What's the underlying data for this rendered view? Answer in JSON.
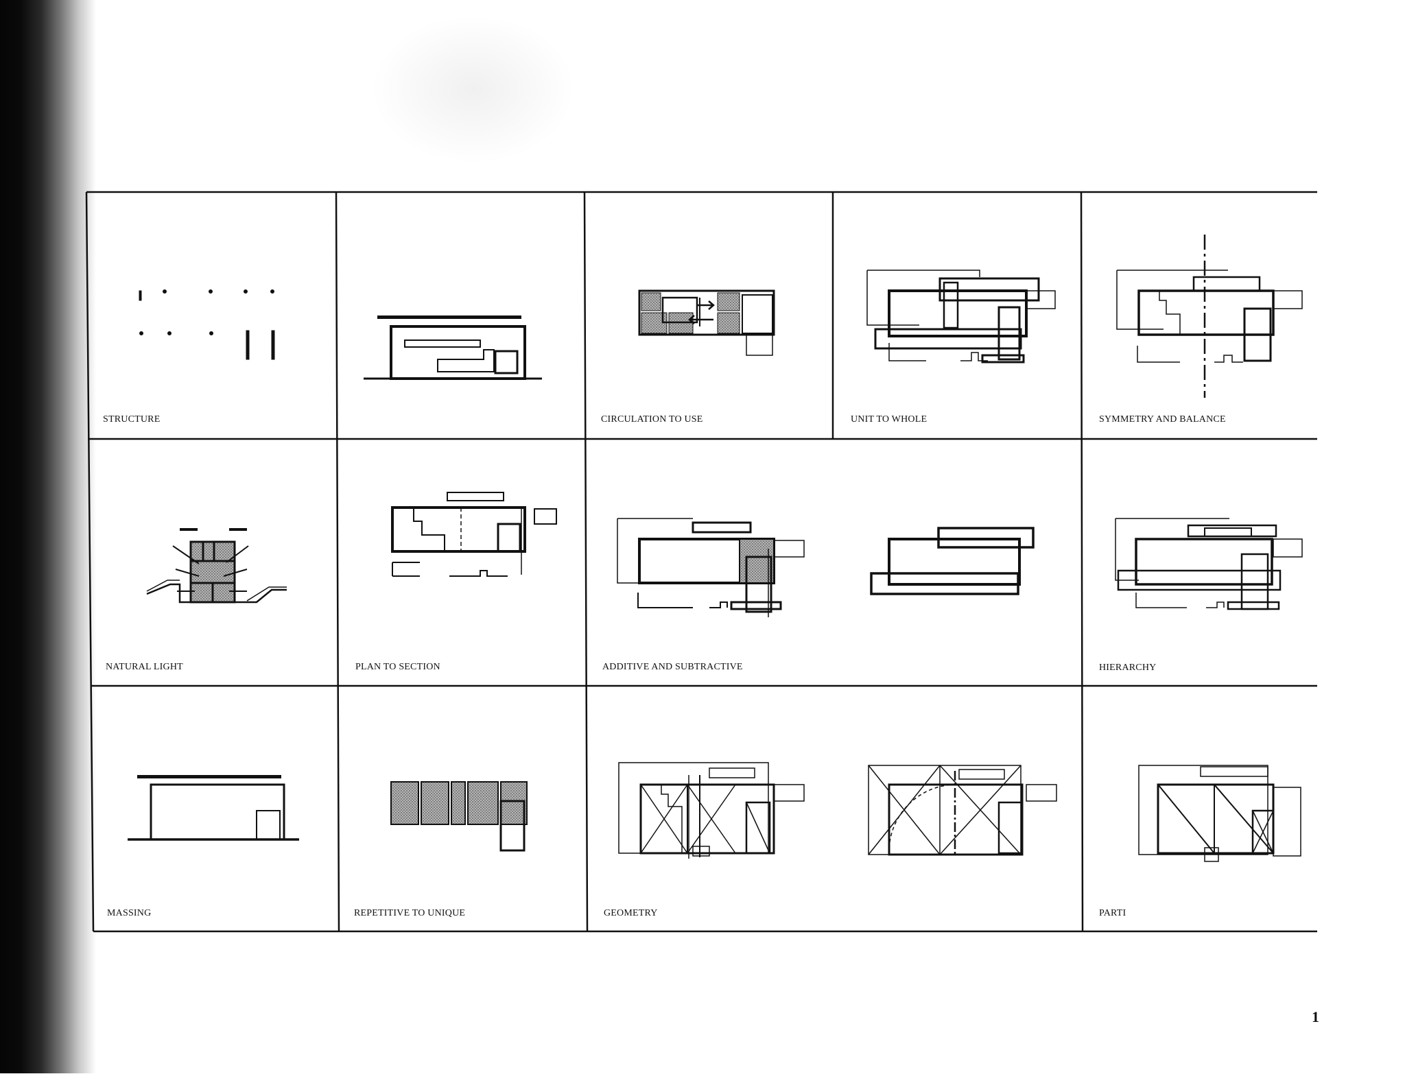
{
  "page": {
    "number": "1"
  },
  "cells": [
    {
      "id": "structure",
      "label": "STRUCTURE"
    },
    {
      "id": "plan-to-section",
      "label": "PLAN TO SECTION"
    },
    {
      "id": "circulation-to-use",
      "label": "CIRCULATION TO USE"
    },
    {
      "id": "unit-to-whole",
      "label": "UNIT TO WHOLE"
    },
    {
      "id": "symmetry-and-balance",
      "label": "SYMMETRY AND BALANCE"
    },
    {
      "id": "natural-light",
      "label": "NATURAL LIGHT"
    },
    {
      "id": "additive-and-subtractive",
      "label": "ADDITIVE AND SUBTRACTIVE"
    },
    {
      "id": "hierarchy",
      "label": "HIERARCHY"
    },
    {
      "id": "massing",
      "label": "MASSING"
    },
    {
      "id": "repetitive-to-unique",
      "label": "REPETITIVE TO UNIQUE"
    },
    {
      "id": "geometry",
      "label": "GEOMETRY"
    },
    {
      "id": "parti",
      "label": "PARTI"
    }
  ],
  "colors": {
    "ink": "#111111",
    "hatch": "#8a8a8a",
    "paper": "#ffffff"
  }
}
